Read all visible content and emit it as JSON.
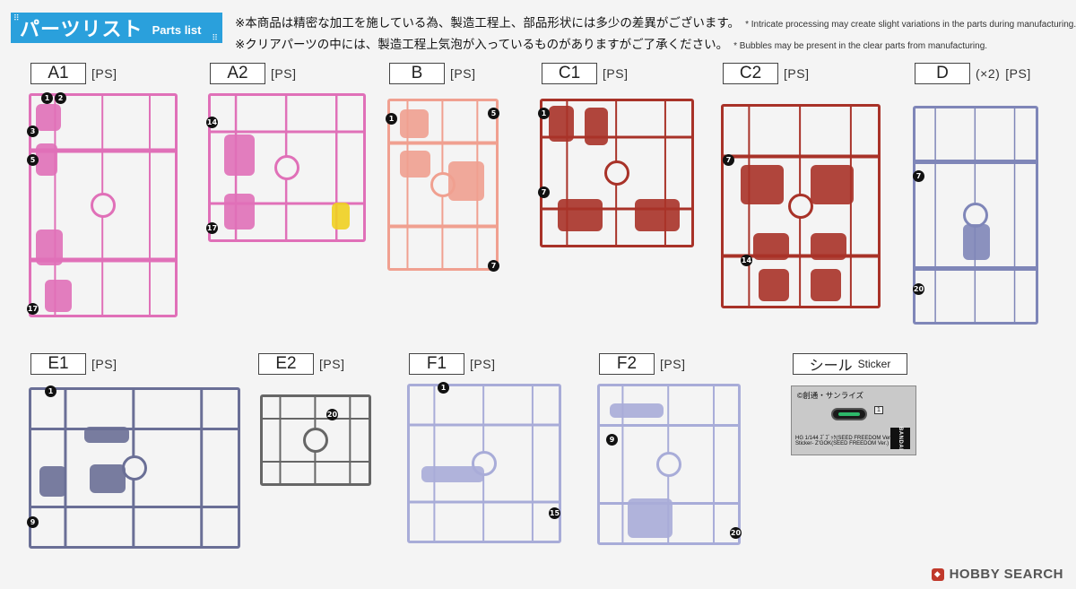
{
  "header": {
    "title_jp": "パーツリスト",
    "title_en": "Parts list"
  },
  "notes": [
    {
      "jp": "※本商品は精密な加工を施している為、製造工程上、部品形状には多少の差異がございます。",
      "en": "* Intricate processing may create slight variations in the parts during manufacturing."
    },
    {
      "jp": "※クリアパーツの中には、製造工程上気泡が入っているものがありますがご了承ください。",
      "en": "* Bubbles may be present in the clear parts from manufacturing."
    }
  ],
  "runners": [
    {
      "id": "A1",
      "material": "[PS]",
      "qty": "",
      "color": "#e070b8"
    },
    {
      "id": "A2",
      "material": "[PS]",
      "qty": "",
      "color": "#e070b8"
    },
    {
      "id": "B",
      "material": "[PS]",
      "qty": "",
      "color": "#f0a090"
    },
    {
      "id": "C1",
      "material": "[PS]",
      "qty": "",
      "color": "#a83228"
    },
    {
      "id": "C2",
      "material": "[PS]",
      "qty": "",
      "color": "#a83228"
    },
    {
      "id": "D",
      "material": "[PS]",
      "qty": "(×2)",
      "color": "#7f86b8"
    },
    {
      "id": "E1",
      "material": "[PS]",
      "qty": "",
      "color": "#6a6f96"
    },
    {
      "id": "E2",
      "material": "[PS]",
      "qty": "",
      "color": "#666666"
    },
    {
      "id": "F1",
      "material": "[PS]",
      "qty": "",
      "color": "#a8acd8"
    },
    {
      "id": "F2",
      "material": "[PS]",
      "qty": "",
      "color": "#a8acd8"
    }
  ],
  "sticker": {
    "label_jp": "シール",
    "label_en": "Sticker",
    "copyright": "©創通・サンライズ",
    "index": "1",
    "fine_line1": "HG 1/144 ｽﾞｺﾞｯｸ(SEED FREEDOM Ver.)",
    "fine_line2": "Sticker- Z'GOK(SEED FREEDOM Ver.)",
    "brand": "BANDAI"
  },
  "watermark": {
    "text": "HOBBY SEARCH"
  }
}
